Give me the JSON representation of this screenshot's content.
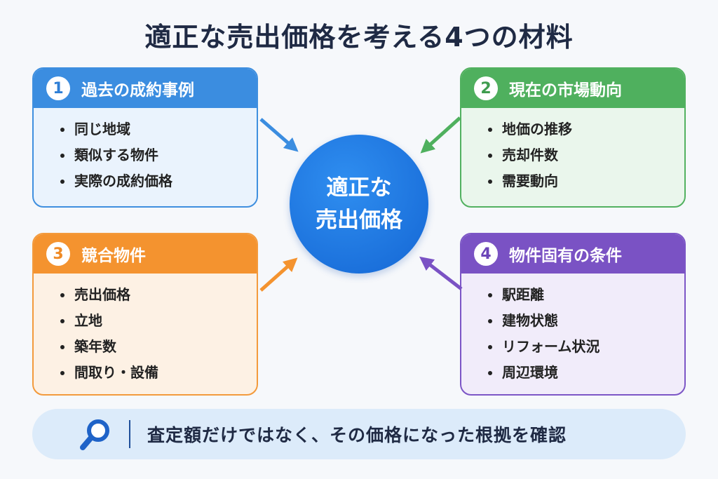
{
  "title": "適正な売出価格を考える4つの材料",
  "center": {
    "line1": "適正な",
    "line2": "売出価格"
  },
  "cards": [
    {
      "number": "1",
      "title": "過去の成約事例",
      "items": [
        "同じ地域",
        "類似する物件",
        "実際の成約価格"
      ]
    },
    {
      "number": "2",
      "title": "現在の市場動向",
      "items": [
        "地価の推移",
        "売却件数",
        "需要動向"
      ]
    },
    {
      "number": "3",
      "title": "競合物件",
      "items": [
        "売出価格",
        "立地",
        "築年数",
        "間取り・設備"
      ]
    },
    {
      "number": "4",
      "title": "物件固有の条件",
      "items": [
        "駅距離",
        "建物状態",
        "リフォーム状況",
        "周辺環境"
      ]
    }
  ],
  "banner": {
    "icon": "magnifier-icon",
    "text": "査定額だけではなく、その価格になった根拠を確認"
  },
  "colors": {
    "blue": "#3b8de0",
    "green": "#4fb05e",
    "orange": "#f4932f",
    "purple": "#7a52c4",
    "center": "#1a73e0"
  }
}
